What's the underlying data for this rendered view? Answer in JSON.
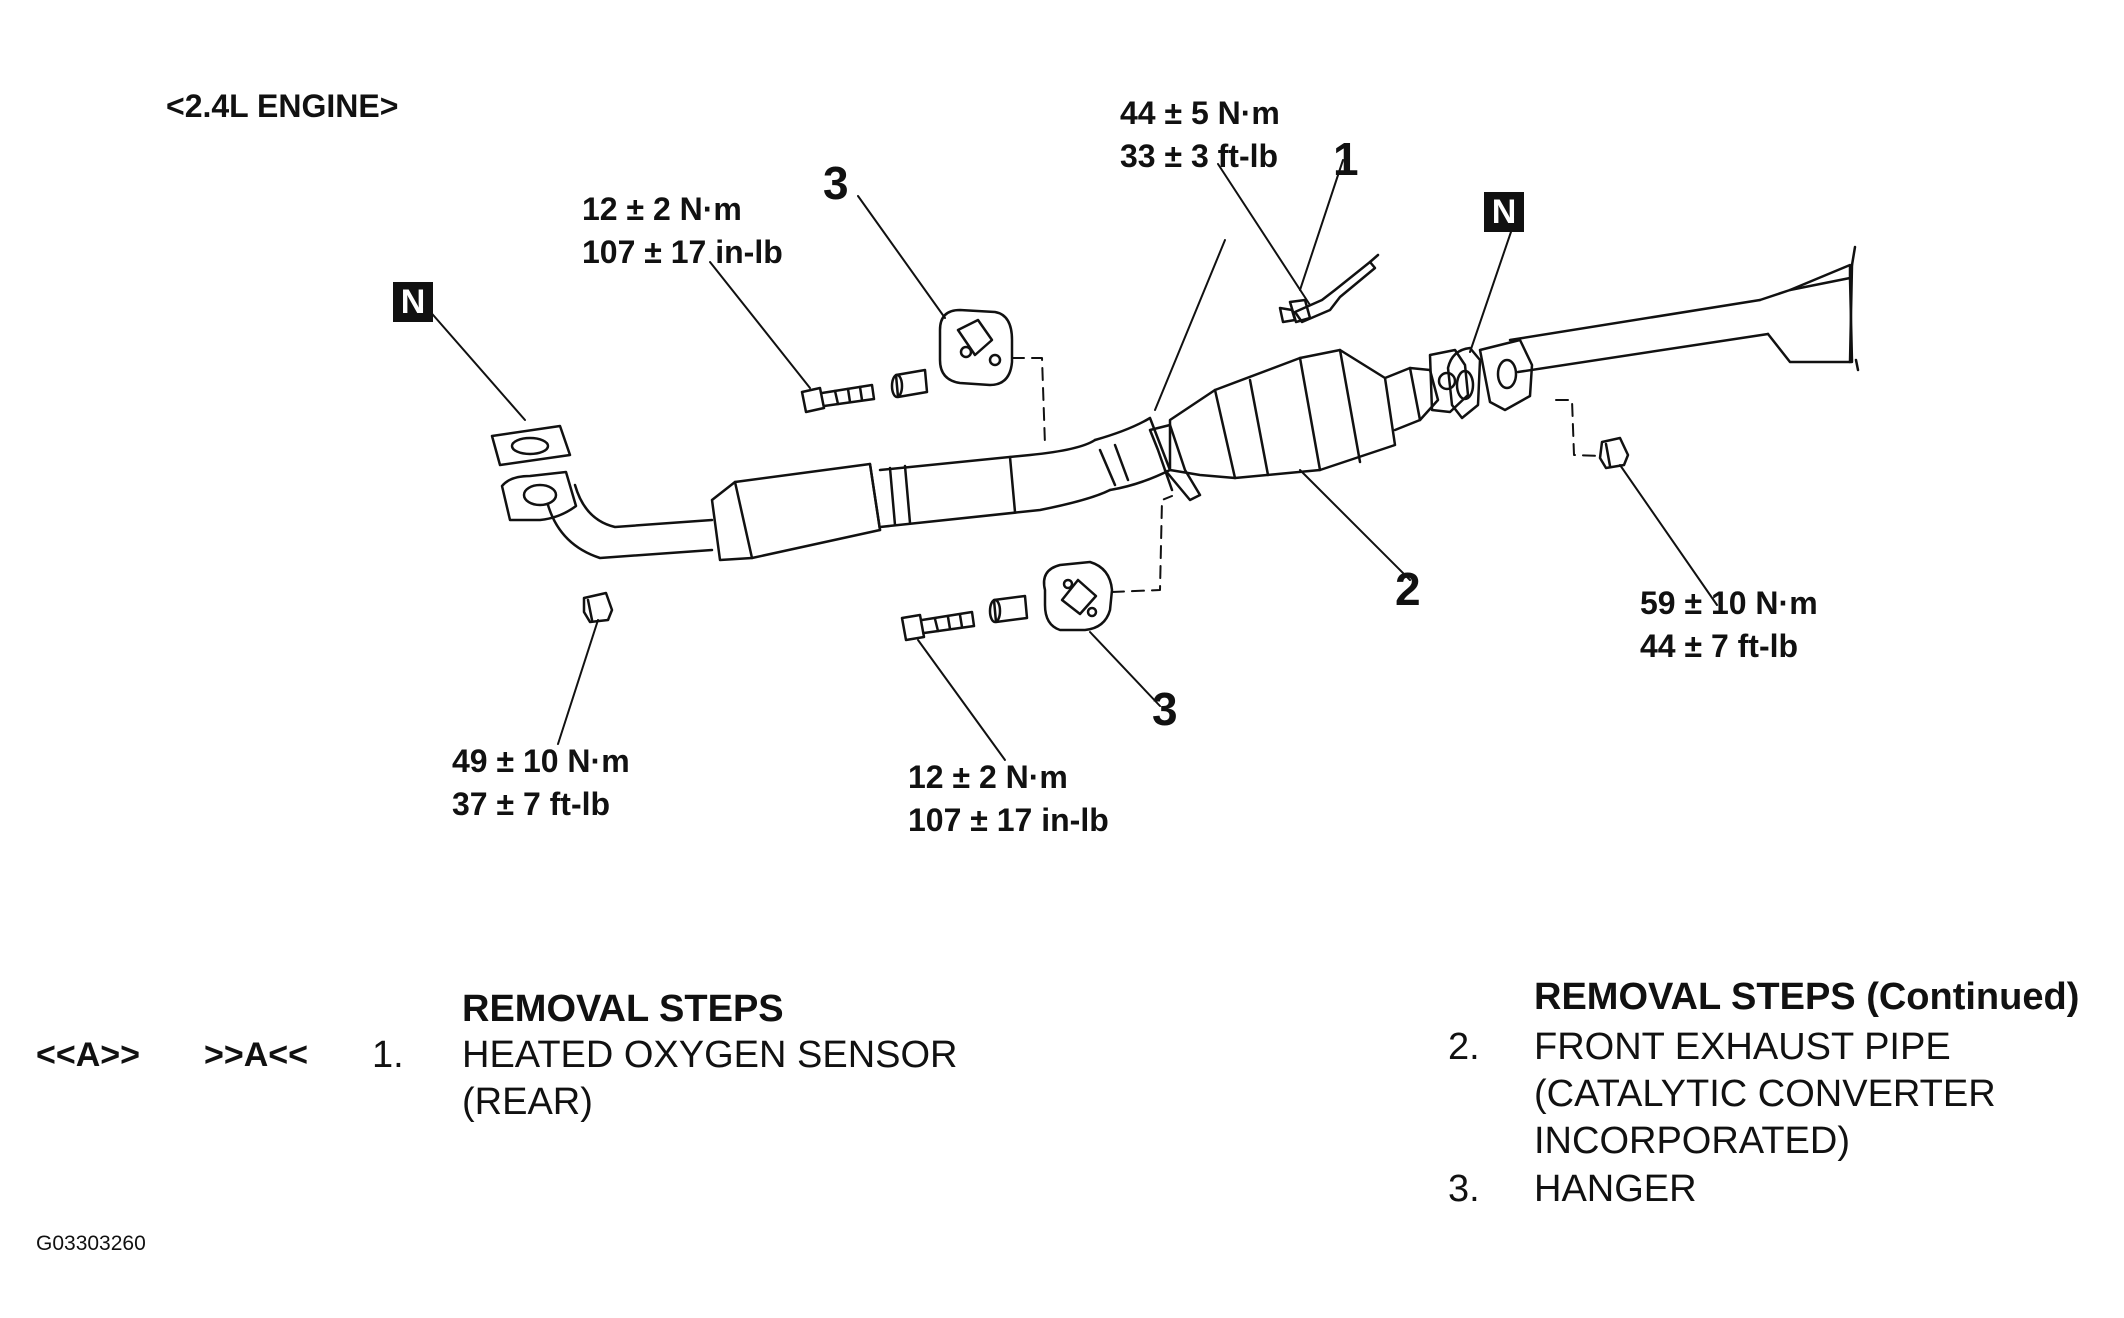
{
  "engine_label": "<2.4L ENGINE>",
  "new_part_mark": "N",
  "callouts": {
    "c1": "1",
    "c2": "2",
    "c3a": "3",
    "c3b": "3"
  },
  "torques": {
    "oxygen_sensor": [
      "44 ± 5 N·m",
      "33 ± 3 ft-lb"
    ],
    "hanger_bolt_top": [
      "12 ± 2 N·m",
      "107 ± 17 in-lb"
    ],
    "flange_nut_rear": [
      "59 ± 10 N·m",
      "44 ± 7 ft-lb"
    ],
    "flange_nut_front": [
      "49 ± 10 N·m",
      "37 ± 7 ft-lb"
    ],
    "hanger_bolt_bottom": [
      "12 ± 2 N·m",
      "107 ± 17 in-lb"
    ]
  },
  "removal_steps": {
    "title": "REMOVAL STEPS",
    "markers": [
      "<<A>>",
      ">>A<<"
    ],
    "items": [
      {
        "num": "1.",
        "text": [
          "HEATED OXYGEN SENSOR",
          "(REAR)"
        ]
      }
    ]
  },
  "removal_steps_continued": {
    "title": "REMOVAL STEPS (Continued)",
    "items": [
      {
        "num": "2.",
        "text": [
          "FRONT EXHAUST PIPE",
          "(CATALYTIC CONVERTER",
          "INCORPORATED)"
        ]
      },
      {
        "num": "3.",
        "text": [
          "HANGER"
        ]
      }
    ]
  },
  "figure_id": "G03303260"
}
